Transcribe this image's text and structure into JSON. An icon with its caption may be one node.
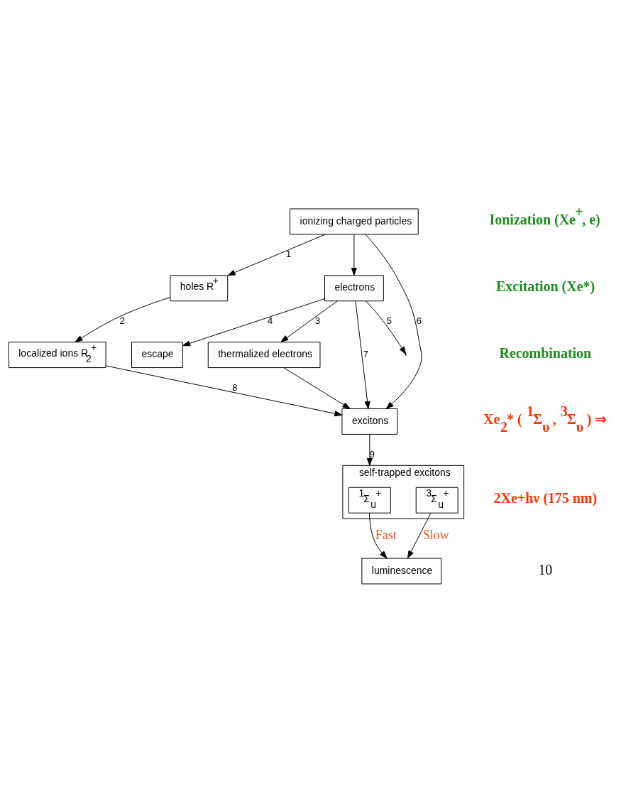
{
  "diagram": {
    "nodes": [
      {
        "text": [
          "ionizing charged particles"
        ]
      },
      {
        "text": [
          "holes R$^{+}$"
        ]
      },
      {
        "text": [
          "electrons"
        ]
      },
      {
        "text": [
          "escape"
        ]
      },
      {
        "text": [
          "localized ions R$_{2}$$^{+}$"
        ]
      },
      {
        "text": [
          "thermalized electrons"
        ]
      },
      {
        "text": [
          "excitons"
        ]
      },
      {
        "text": [
          "self-trapped excitons"
        ]
      },
      {
        "text": [
          "$^{1}$Σ$_{u}$$^{+}$"
        ],
        "in": 7
      },
      {
        "text": [
          "$^{3}$Σ$_{u}$$^{+}$"
        ],
        "in": 7
      },
      {
        "text": [
          "luminescence"
        ]
      }
    ],
    "edges": [
      {
        "from": 0,
        "to": 1,
        "arrow": "to",
        "label": "1"
      },
      {
        "from": 0,
        "to": 2,
        "arrow": "to"
      },
      {
        "from": 2,
        "to": 3,
        "arrow": "to",
        "label": "4"
      },
      {
        "from": 1,
        "to": 4,
        "arrow": "to",
        "label": "2"
      },
      {
        "from": 2,
        "to": 5,
        "arrow": "to",
        "label": "3"
      },
      {
        "from": 2,
        "to": null,
        "arrow": "to",
        "label": "5"
      },
      {
        "from": 0,
        "to": 6,
        "arrow": "to",
        "label": "6"
      },
      {
        "from": 2,
        "to": 6,
        "arrow": "to",
        "label": "7"
      },
      {
        "from": 4,
        "to": 6,
        "arrow": "to",
        "label": "8"
      },
      {
        "from": 5,
        "to": 6,
        "arrow": "to"
      },
      {
        "from": 6,
        "to": 7,
        "arrow": "to",
        "label": "9"
      },
      {
        "from": 8,
        "to": 10,
        "arrow": "to",
        "label": "Fast"
      },
      {
        "from": 9,
        "to": 10,
        "arrow": "to",
        "label": "Slow"
      }
    ],
    "labels": [
      "Ionization (Xe$^{+}$, e)",
      "Excitation (Xe*)",
      "Recombination",
      "Xe$_{2}$* ( $^{1}$Σ$_{υ}$ , $^{3}$Σ$_{υ}$ ) ⇒",
      "2Xe+hν (175 nm)",
      "10"
    ]
  }
}
